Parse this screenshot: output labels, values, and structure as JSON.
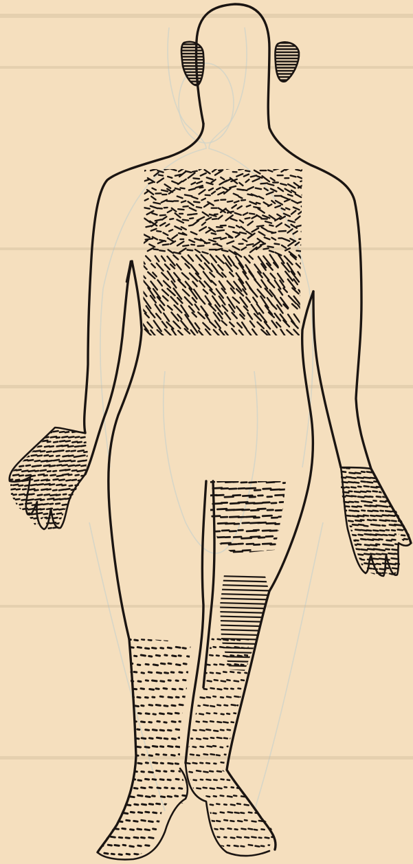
{
  "figure": {
    "type": "anatomical-line-drawing",
    "view": "anterior",
    "background": "#f5dfbe",
    "ink_color": "#1b1512",
    "ghost_color": "#cfd3c9",
    "regions": [
      {
        "name": "upper-chest",
        "pattern": "dense-irregular-dashes"
      },
      {
        "name": "ears",
        "pattern": "horizontal-hatching"
      },
      {
        "name": "right-wrist-and-hand",
        "pattern": "dashed-horizontal-bands"
      },
      {
        "name": "left-wrist-and-hand",
        "pattern": "dashed-horizontal-bands"
      },
      {
        "name": "left-thigh",
        "pattern": "horizontal-dash-rows"
      },
      {
        "name": "left-knee",
        "pattern": "horizontal-strokes"
      },
      {
        "name": "right-lower-leg-and-foot",
        "pattern": "dotted-dashes"
      },
      {
        "name": "left-lower-leg-and-foot",
        "pattern": "dotted-dashes"
      }
    ]
  }
}
